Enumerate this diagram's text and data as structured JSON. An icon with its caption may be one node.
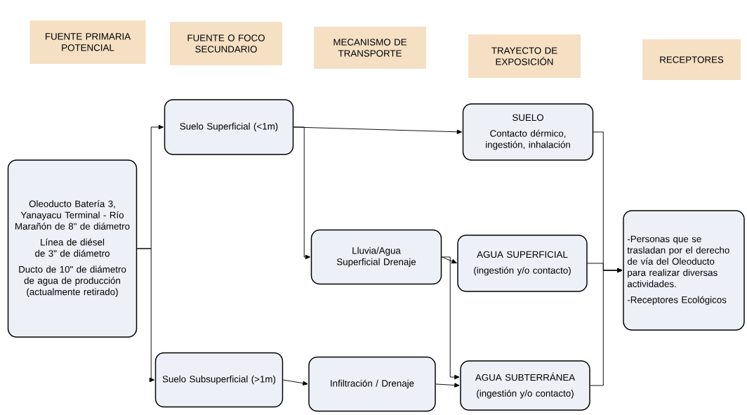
{
  "diagram": {
    "nodes": [
      {
        "text": [
          "FUENTE PRIMARIA POTENCIAL"
        ]
      },
      {
        "text": [
          "FUENTE O FOCO SECUNDARIO"
        ]
      },
      {
        "text": [
          "MECANISMO DE TRANSPORTE"
        ]
      },
      {
        "text": [
          "TRAYECTO DE EXPOSICIÓN"
        ]
      },
      {
        "text": [
          "RECEPTORES"
        ]
      },
      {
        "text": [
          "Oleoducto Batería 3, Yanayacu Terminal - Río Marañón de 8\" de diámetro",
          "Línea de diésel de 3\" de diámetro",
          "Ducto de 10\" de diámetro de agua de producción (actualmente retirado)"
        ]
      },
      {
        "text": [
          "Suelo Superficial (<1m)"
        ]
      },
      {
        "text": [
          "Suelo Subsuperficial (>1m)"
        ]
      },
      {
        "text": [
          "Lluvia/Agua Superficial Drenaje"
        ]
      },
      {
        "text": [
          "Infiltración / Drenaje"
        ]
      },
      {
        "text": [
          "SUELO",
          "Contacto dérmico, ingestión, inhalación"
        ]
      },
      {
        "text": [
          "AGUA SUPERFICIAL",
          "(ingestión y/o contacto)"
        ]
      },
      {
        "text": [
          "AGUA SUBTERRÁNEA",
          "(ingestión y/o contacto)"
        ]
      },
      {
        "text": [
          "-Personas que se trasladan por el derecho de vía del Oleoducto para realizar diversas actividades.",
          "-Receptores Ecológicos"
        ]
      }
    ],
    "edges": [
      {
        "from": 5,
        "to": 6,
        "arrow": "to"
      },
      {
        "from": 5,
        "to": 7,
        "arrow": "to"
      },
      {
        "from": 6,
        "to": 10,
        "arrow": "to"
      },
      {
        "from": 6,
        "to": 8,
        "arrow": "to"
      },
      {
        "from": 7,
        "to": 9,
        "arrow": "to"
      },
      {
        "from": 8,
        "to": 11,
        "arrow": "to"
      },
      {
        "from": 8,
        "to": 12,
        "arrow": "to"
      },
      {
        "from": 9,
        "to": 12,
        "arrow": "to"
      },
      {
        "from": 10,
        "to": 13,
        "arrow": "to"
      },
      {
        "from": 11,
        "to": 13,
        "arrow": "to"
      },
      {
        "from": 12,
        "to": 13,
        "arrow": "to"
      }
    ]
  }
}
